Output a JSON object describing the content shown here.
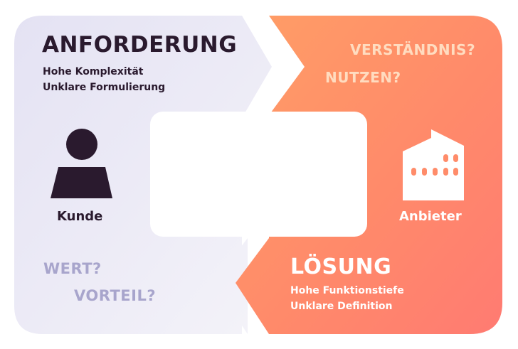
{
  "left_panel": {
    "heading": "ANFORDERUNG",
    "lines": [
      "Hohe Komplexität",
      "Unklare Formulierung"
    ],
    "questions": [
      "WERT?",
      "VORTEIL?"
    ],
    "role_label": "Kunde",
    "icon": "person-icon"
  },
  "right_panel": {
    "heading": "LÖSUNG",
    "lines": [
      "Hohe Funktionstiefe",
      "Unklare Definition"
    ],
    "questions": [
      "VERSTÄNDNIS?",
      "NUTZEN?"
    ],
    "role_label": "Anbieter",
    "icon": "factory-icon"
  },
  "colors": {
    "left_gradient_start": "#e4e2f3",
    "left_gradient_end": "#f3f2f9",
    "right_gradient_start": "#ff9a66",
    "right_gradient_end": "#ff7d70",
    "dark_text": "#2a1a2e"
  }
}
